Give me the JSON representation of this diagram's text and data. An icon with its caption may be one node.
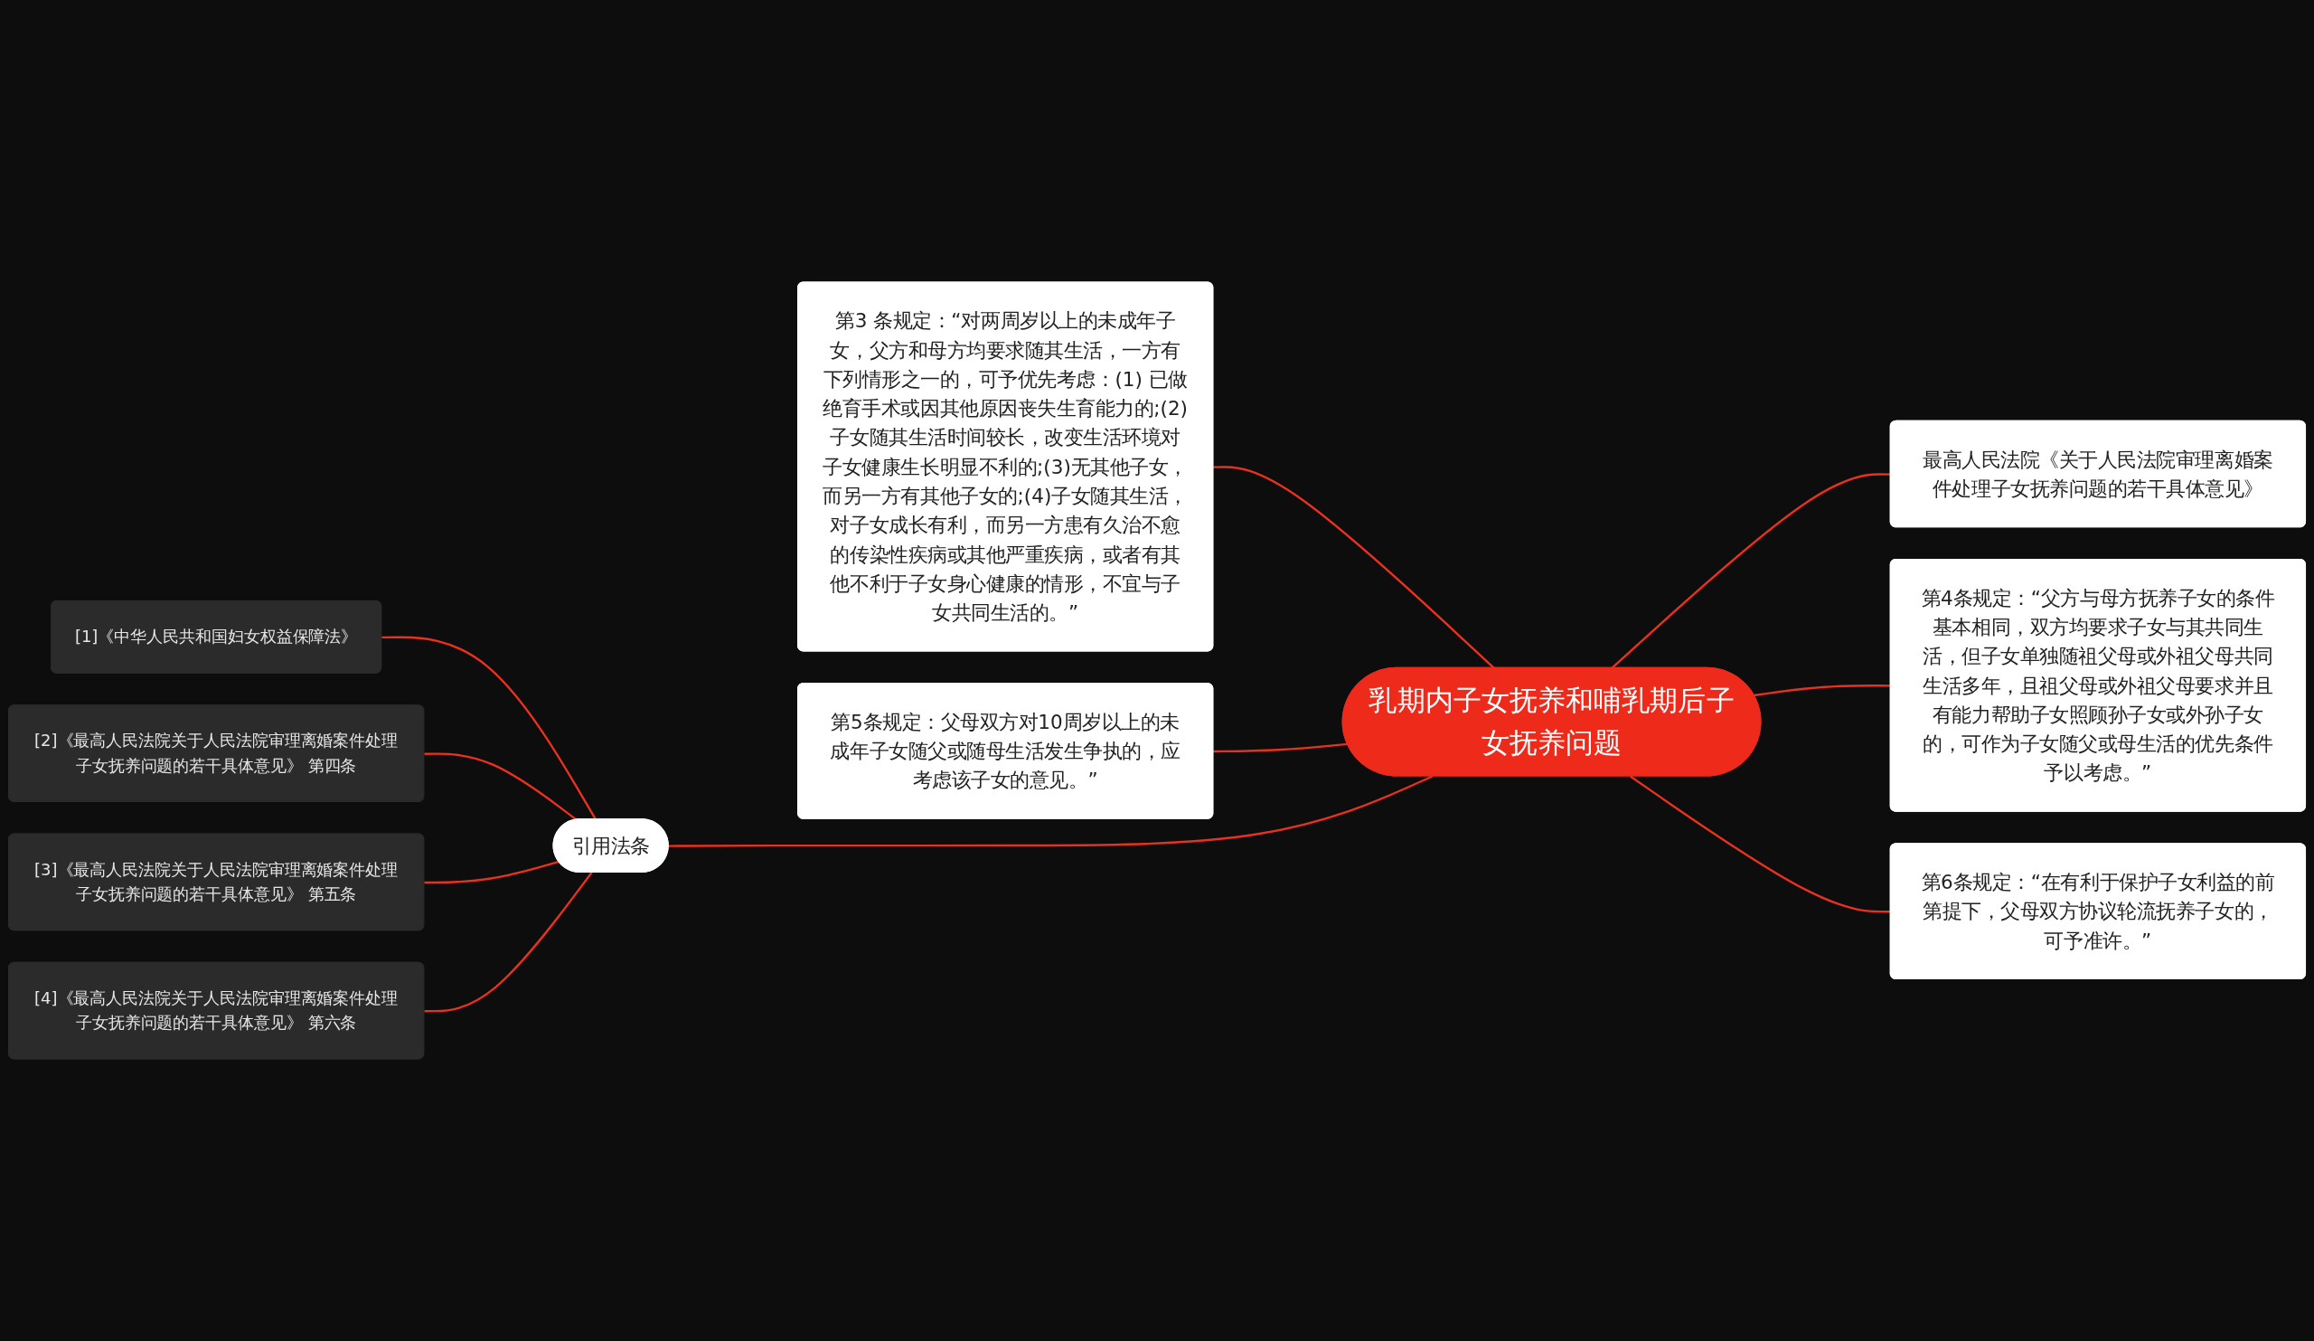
{
  "diagram": {
    "nodes": [
      {
        "text": [
          "乳期内子女抚养和哺乳期后子女抚养问题"
        ]
      },
      {
        "text": [
          "第3 条规定：“对两周岁以上的未成年子女，父方和母方均要求随其生活，一方有下列情形之一的，可予优先考虑：(1) 已做绝育手术或因其他原因丧失生育能力的;(2)子女随其生活时间较长，改变生活环境对子女健康生长明显不利的;(3)无其他子女，而另一方有其他子女的;(4)子女随其生活，对子女成长有利，而另一方患有久治不愈的传染性疾病或其他严重疾病，或者有其他不利于子女身心健康的情形，不宜与子女共同生活的。”"
        ]
      },
      {
        "text": [
          "最高人民法院《关于人民法院审理离婚案件处理子女抚养问题的若干具体意见》"
        ]
      },
      {
        "text": [
          "第4条规定：“父方与母方抚养子女的条件基本相同，双方均要求子女与其共同生活，但子女单独随祖父母或外祖父母共同生活多年，且祖父母或外祖父母要求并且有能力帮助子女照顾孙子女或外孙子女的，可作为子女随父或母生活的优先条件予以考虑。”"
        ]
      },
      {
        "text": [
          "第5条规定：父母双方对10周岁以上的未成年子女随父或随母生活发生争执的，应考虑该子女的意见。”"
        ]
      },
      {
        "text": [
          "第6条规定：“在有利于保护子女利益的前第提下，父母双方协议轮流抚养子女的，可予准许。”"
        ]
      },
      {
        "text": [
          "引用法条"
        ]
      },
      {
        "text": [
          "[1]《中华人民共和国妇女权益保障法》"
        ]
      },
      {
        "text": [
          "[2]《最高人民法院关于人民法院审理离婚案件处理子女抚养问题的若干具体意见》 第四条"
        ]
      },
      {
        "text": [
          "[3]《最高人民法院关于人民法院审理离婚案件处理子女抚养问题的若干具体意见》 第五条"
        ]
      },
      {
        "text": [
          "[4]《最高人民法院关于人民法院审理离婚案件处理子女抚养问题的若干具体意见》 第六条"
        ]
      }
    ],
    "edges": [
      {
        "from": 1,
        "to": 0,
        "arrow": "none"
      },
      {
        "from": 0,
        "to": 2,
        "arrow": "none"
      },
      {
        "from": 0,
        "to": 3,
        "arrow": "none"
      },
      {
        "from": 4,
        "to": 0,
        "arrow": "none"
      },
      {
        "from": 0,
        "to": 5,
        "arrow": "none"
      },
      {
        "from": 6,
        "to": 0,
        "arrow": "none"
      },
      {
        "from": 7,
        "to": 6,
        "arrow": "none"
      },
      {
        "from": 8,
        "to": 6,
        "arrow": "none"
      },
      {
        "from": 9,
        "to": 6,
        "arrow": "none"
      },
      {
        "from": 10,
        "to": 6,
        "arrow": "none"
      }
    ]
  }
}
